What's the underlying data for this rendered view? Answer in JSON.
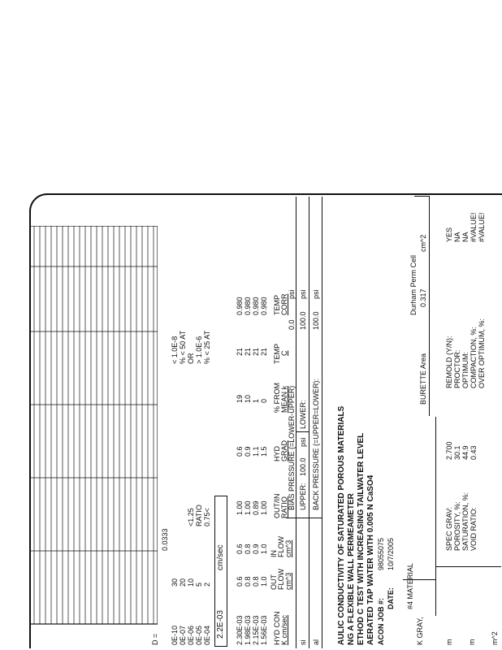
{
  "title": {
    "line1": "AULIC CONDUCTIVITY OF SATURATED POROUS MATERIALS",
    "line2": "NG A FLEXIBLE WALL PERMEAMETER",
    "line3": "ETHOD C TEST WITH INCREASING TAILWATER LEVEL",
    "line4": "AERATED TAP WATER WITH 0.005 N CaSO4"
  },
  "job": {
    "label": "ACON JOB #:",
    "value": "98055075"
  },
  "date": {
    "label": "DATE:",
    "value": "10/7/2005"
  },
  "material": "#4 MATERIAL",
  "sample": {
    "desc": "K GRAY,",
    "units": [
      "m",
      "m",
      "m^2"
    ]
  },
  "cell": {
    "name": "Durham Perm Cell",
    "unit": "cm^2",
    "area_label": "BURETTE Area",
    "area_value": "0.317"
  },
  "properties": {
    "left_labels": [
      "SPEC GRAV:",
      "POROSITY, %:",
      "SATURATION, %:",
      "VOID RATIO:"
    ],
    "left_values": [
      "2.700",
      "30.1",
      "44.9",
      "0.43"
    ],
    "right_labels": [
      "REMOLD (Y/N):",
      "PROCTOR:",
      "OPTIMUM:",
      "COMPACTION, %:",
      "OVER OPTIMUM, %:"
    ],
    "right_values": [
      "YES",
      "NA",
      "NA",
      "#VALUE!",
      "#VALUE!"
    ]
  },
  "pressures": {
    "back_label": "BACK PRESSURE (=UPPER=LOWER):",
    "back_value": "100.0",
    "back_unit": "psi",
    "upper_label": "UPPER:",
    "upper_value": "100.0",
    "upper_unit": "psi",
    "lower_label": "LOWER:",
    "lower_value": "100.0",
    "lower_unit": "psi",
    "bias_label": "BIAS PRESSURE (=LOWER-UPPER)",
    "bias_value": "0.0",
    "bias_unit": "psi",
    "row_prefix": [
      "al",
      "si",
      ""
    ]
  },
  "table": {
    "headers": [
      [
        "HYD CON",
        "K cm/sec"
      ],
      [
        "OUT",
        "FLOW",
        "cm^3"
      ],
      [
        "IN",
        "FLOW",
        "cm^3"
      ],
      [
        "OUT/IN",
        "RATIO"
      ],
      [
        "HYD",
        "GRAD"
      ],
      [
        "% FROM",
        "MEAN k"
      ],
      [
        "TEMP",
        "C"
      ],
      [
        "TEMP",
        "CORR"
      ]
    ],
    "rows": [
      [
        "1.56E-03",
        "1.0",
        "1.0",
        "1.00",
        "1.5",
        "0",
        "21",
        "0.980"
      ],
      [
        "2.15E-03",
        "0.8",
        "0.9",
        "0.89",
        "1.1",
        "1",
        "21",
        "0.980"
      ],
      [
        "1.98E-03",
        "0.8",
        "0.8",
        "1.00",
        "0.9",
        "10",
        "21",
        "0.980"
      ],
      [
        "2.30E-03",
        "0.6",
        "0.6",
        "1.00",
        "0.6",
        "19",
        "21",
        "0.980"
      ]
    ],
    "left_col": [
      "0E-04",
      "0E-05",
      "0E-06",
      "0E-07",
      "0E-10"
    ],
    "second_col": [
      "2",
      "5",
      "10",
      "20",
      "30"
    ]
  },
  "summary": {
    "k_value": "2.2E-03",
    "k_unit": "cm/sec",
    "ratio_vals": [
      "0.75<",
      "RATIO",
      "<1.25"
    ],
    "criteria": [
      "% < 25 AT",
      "> 1.0E-6",
      "OR",
      "% < 50 AT",
      "< 1.0E-8"
    ],
    "d_label": "D =",
    "d_value": "0.0333"
  }
}
